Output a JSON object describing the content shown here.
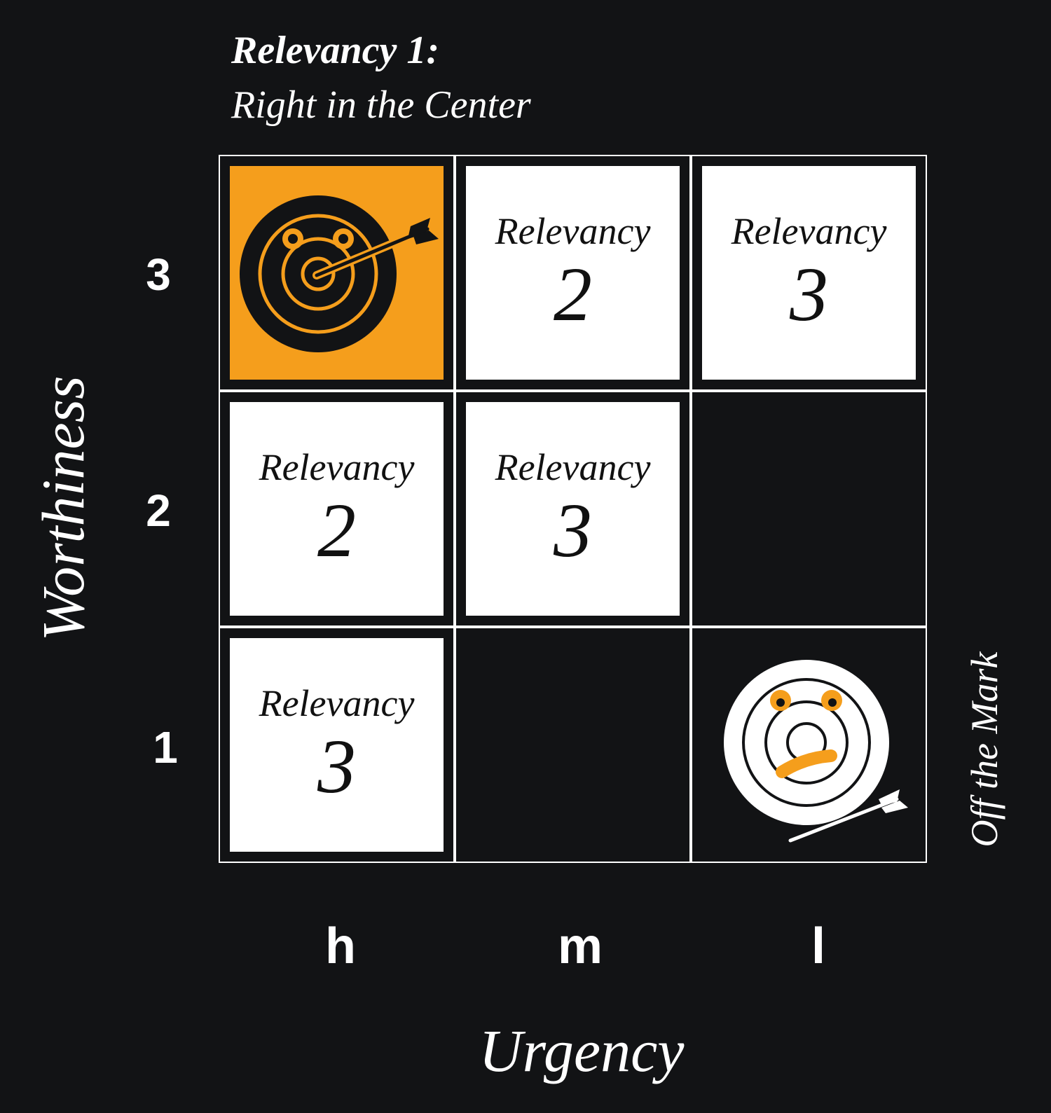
{
  "title": {
    "line1": "Relevancy 1:",
    "line2": "Right in the Center"
  },
  "axes": {
    "y_label": "Worthiness",
    "x_label": "Urgency",
    "y_ticks": [
      "3",
      "2",
      "1"
    ],
    "x_ticks": [
      "h",
      "m",
      "l"
    ]
  },
  "side_note": "Off the Mark",
  "colors": {
    "background": "#121315",
    "accent": "#f59e1c",
    "cell": "#ffffff"
  },
  "cells": [
    {
      "worthiness": "3",
      "urgency": "h",
      "type": "icon",
      "icon": "target-hit-icon",
      "relevancy": "1"
    },
    {
      "worthiness": "3",
      "urgency": "m",
      "type": "label",
      "label": "Relevancy",
      "number": "2"
    },
    {
      "worthiness": "3",
      "urgency": "l",
      "type": "label",
      "label": "Relevancy",
      "number": "3"
    },
    {
      "worthiness": "2",
      "urgency": "h",
      "type": "label",
      "label": "Relevancy",
      "number": "2"
    },
    {
      "worthiness": "2",
      "urgency": "m",
      "type": "label",
      "label": "Relevancy",
      "number": "3"
    },
    {
      "worthiness": "2",
      "urgency": "l",
      "type": "empty"
    },
    {
      "worthiness": "1",
      "urgency": "h",
      "type": "label",
      "label": "Relevancy",
      "number": "3"
    },
    {
      "worthiness": "1",
      "urgency": "m",
      "type": "empty"
    },
    {
      "worthiness": "1",
      "urgency": "l",
      "type": "icon",
      "icon": "target-miss-icon"
    }
  ]
}
